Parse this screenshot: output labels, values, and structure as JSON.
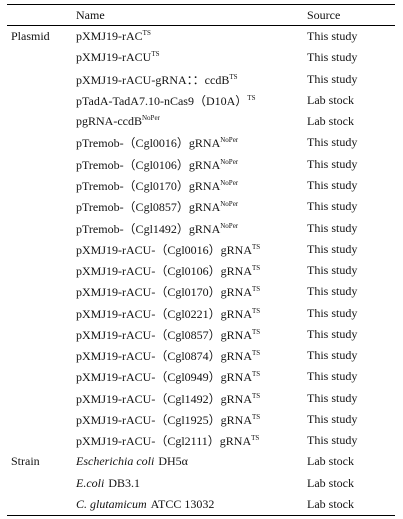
{
  "table": {
    "headers": [
      "Name",
      "Source"
    ],
    "categories": {
      "plasmid": "Plasmid",
      "strain": "Strain"
    },
    "plasmids": [
      {
        "name": "pXMJ19-rAC",
        "sup": "TS",
        "source": "This study"
      },
      {
        "name": "pXMJ19-rACU",
        "sup": "TS",
        "source": "This study"
      },
      {
        "name": "pXMJ19-rACU-gRNA：：ccdB",
        "sup": "TS",
        "source": "This study"
      },
      {
        "name": "pTadA-TadA7.10-nCas9（D10A）",
        "sup": "TS",
        "source": "Lab stock"
      },
      {
        "name": "pgRNA-ccdB",
        "sup": "NoPer",
        "source": "Lab stock"
      },
      {
        "name": "pTremob-（Cgl0016）gRNA",
        "sup": "NoPer",
        "source": "This study"
      },
      {
        "name": "pTremob-（Cgl0106）gRNA",
        "sup": "NoPer",
        "source": "This study"
      },
      {
        "name": "pTremob-（Cgl0170）gRNA",
        "sup": "NoPer",
        "source": "This study"
      },
      {
        "name": "pTremob-（Cgl0857）gRNA",
        "sup": "NoPer",
        "source": "This study"
      },
      {
        "name": "pTremob-（Cgl1492）gRNA",
        "sup": "NoPer",
        "source": "This study"
      },
      {
        "name": "pXMJ19-rACU-（Cgl0016）gRNA",
        "sup": "TS",
        "source": "This study"
      },
      {
        "name": "pXMJ19-rACU-（Cgl0106）gRNA",
        "sup": "TS",
        "source": "This study"
      },
      {
        "name": "pXMJ19-rACU-（Cgl0170）gRNA",
        "sup": "TS",
        "source": "This study"
      },
      {
        "name": "pXMJ19-rACU-（Cgl0221）gRNA",
        "sup": "TS",
        "source": "This study"
      },
      {
        "name": "pXMJ19-rACU-（Cgl0857）gRNA",
        "sup": "TS",
        "source": "This study"
      },
      {
        "name": "pXMJ19-rACU-（Cgl0874）gRNA",
        "sup": "TS",
        "source": "This study"
      },
      {
        "name": "pXMJ19-rACU-（Cgl0949）gRNA",
        "sup": "TS",
        "source": "This study"
      },
      {
        "name": "pXMJ19-rACU-（Cgl1492）gRNA",
        "sup": "TS",
        "source": "This study"
      },
      {
        "name": "pXMJ19-rACU-（Cgl1925）gRNA",
        "sup": "TS",
        "source": "This study"
      },
      {
        "name": "pXMJ19-rACU-（Cgl2111）gRNA",
        "sup": "TS",
        "source": "This study"
      }
    ],
    "strains": [
      {
        "name_italic": "Escherichia coli",
        "name_rest": "DH5α",
        "source": "Lab stock"
      },
      {
        "name_italic": "E.coli",
        "name_rest": "DB3.1",
        "source": "Lab stock"
      },
      {
        "name_italic": "C. glutamicum",
        "name_rest": "ATCC 13032",
        "source": "Lab stock"
      }
    ]
  }
}
